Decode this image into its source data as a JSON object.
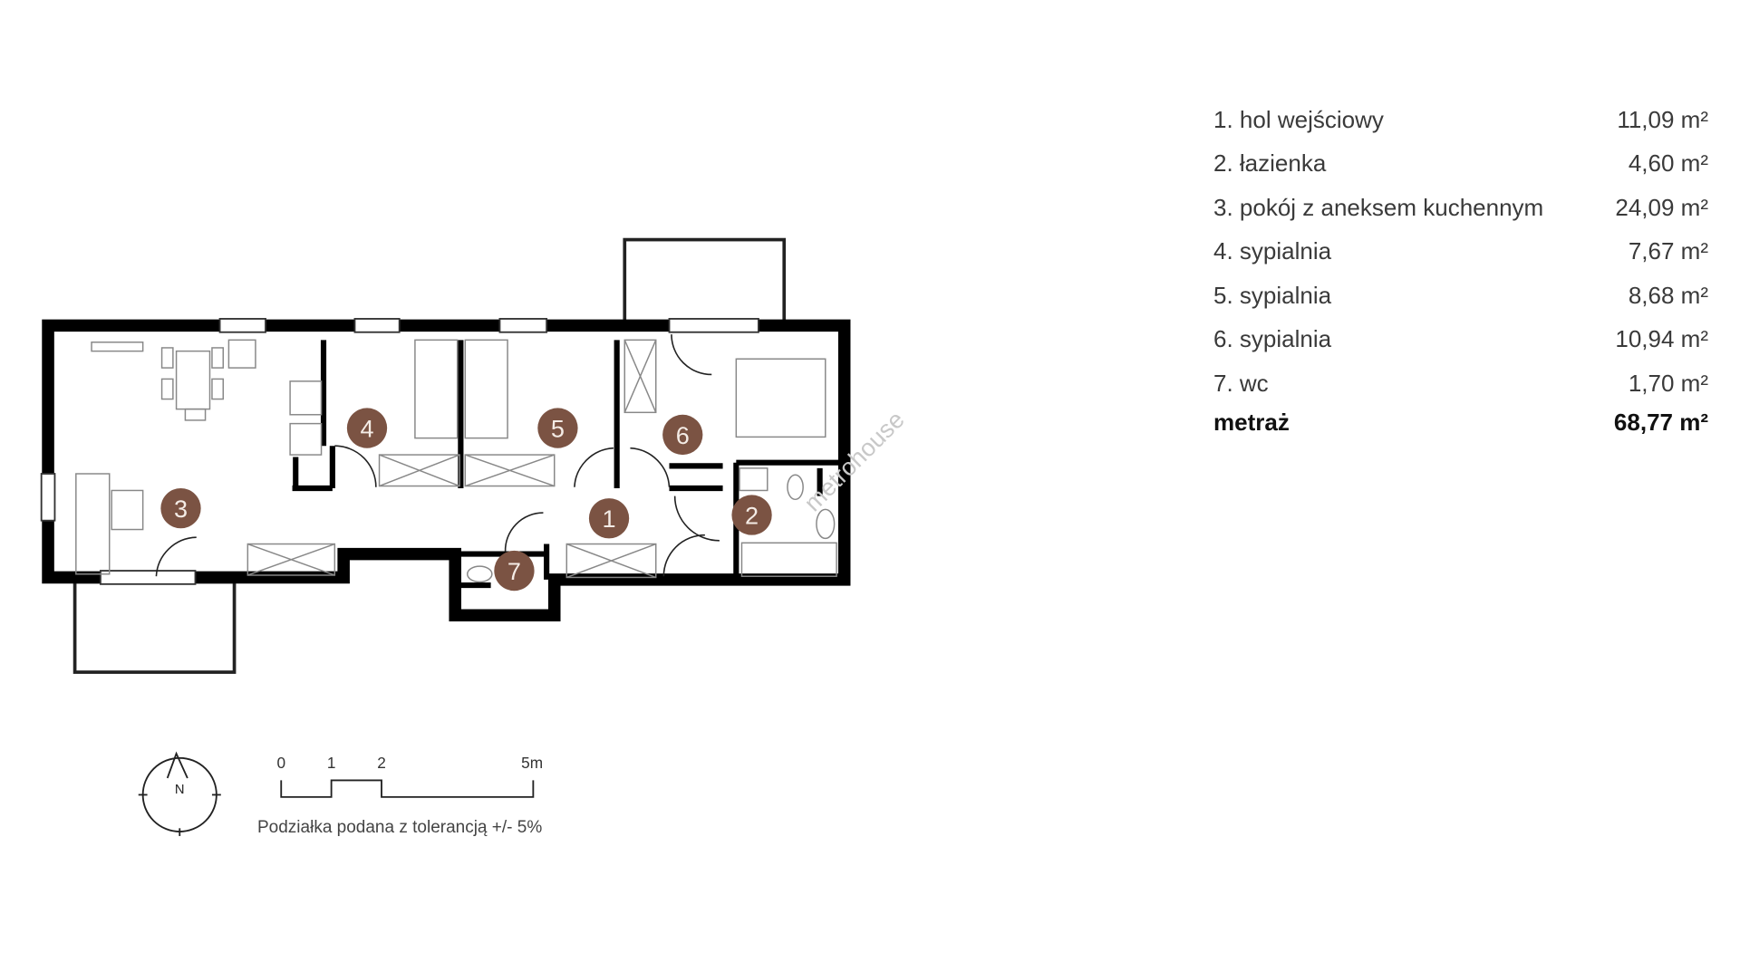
{
  "rooms": [
    {
      "num": "1",
      "label": "1. hol wejściowy",
      "area": "11,09 m²"
    },
    {
      "num": "2",
      "label": "2. łazienka",
      "area": "4,60 m²"
    },
    {
      "num": "3",
      "label": "3. pokój z aneksem kuchennym",
      "area": "24,09 m²"
    },
    {
      "num": "4",
      "label": "4. sypialnia",
      "area": "7,67 m²"
    },
    {
      "num": "5",
      "label": "5. sypialnia",
      "area": "8,68 m²"
    },
    {
      "num": "6",
      "label": "6. sypialnia",
      "area": "10,94 m²"
    },
    {
      "num": "7",
      "label": "7. wc",
      "area": "1,70 m²"
    }
  ],
  "total": {
    "label": "metraż",
    "area": "68,77 m²"
  },
  "scale": {
    "ticks": [
      "0",
      "1",
      "2",
      "5m"
    ],
    "caption": "Podziałka podana z tolerancją +/- 5%"
  },
  "compass": {
    "label": "N"
  },
  "watermark": "metrohouse",
  "colors": {
    "marker": "#7b5343",
    "wall": "#000000"
  }
}
